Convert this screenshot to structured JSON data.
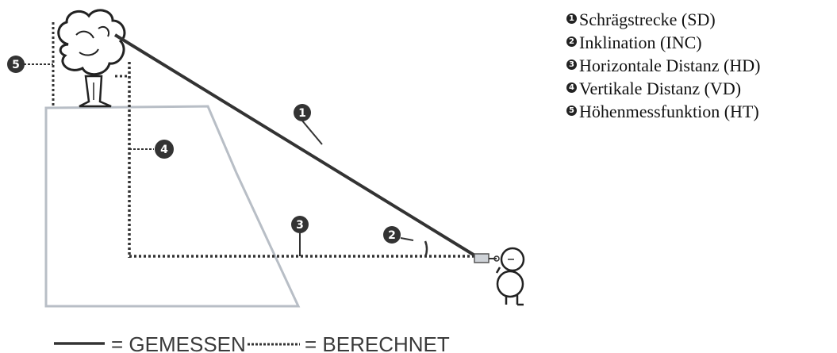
{
  "markers": {
    "m1": "1",
    "m2": "2",
    "m3": "3",
    "m4": "4",
    "m5": "5"
  },
  "legend": {
    "measured": "= GEMESSEN",
    "calculated": "= BERECHNET"
  },
  "items": [
    {
      "num": "1",
      "label": "Schrägstrecke (SD)"
    },
    {
      "num": "2",
      "label": "Inklination (INC)"
    },
    {
      "num": "3",
      "label": "Horizontale Distanz (HD)"
    },
    {
      "num": "4",
      "label": "Vertikale Distanz (VD)"
    },
    {
      "num": "5",
      "label": "Höhenmessfunktion (HT)"
    }
  ]
}
